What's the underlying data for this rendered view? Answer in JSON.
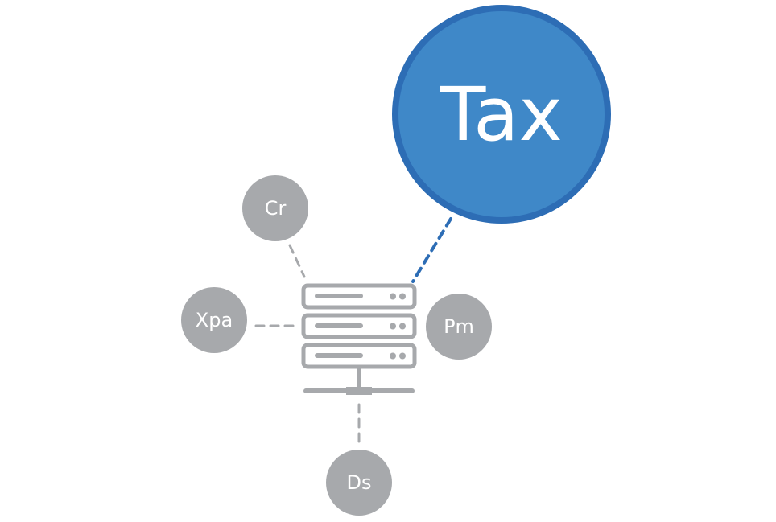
{
  "colors": {
    "background": "#ffffff",
    "node_gray": "#a7a9ac",
    "accent_blue": "#3f88c8",
    "accent_blue_border": "#2d6db5",
    "connector_gray": "#a7a9ac",
    "connector_blue": "#2d6db5",
    "server_light": "#e6e7e8"
  },
  "center": {
    "icon": "server-rack-icon"
  },
  "nodes": {
    "tax": {
      "label": "Tax"
    },
    "cr": {
      "label": "Cr"
    },
    "xpa": {
      "label": "Xpa"
    },
    "pm": {
      "label": "Pm"
    },
    "ds": {
      "label": "Ds"
    }
  }
}
